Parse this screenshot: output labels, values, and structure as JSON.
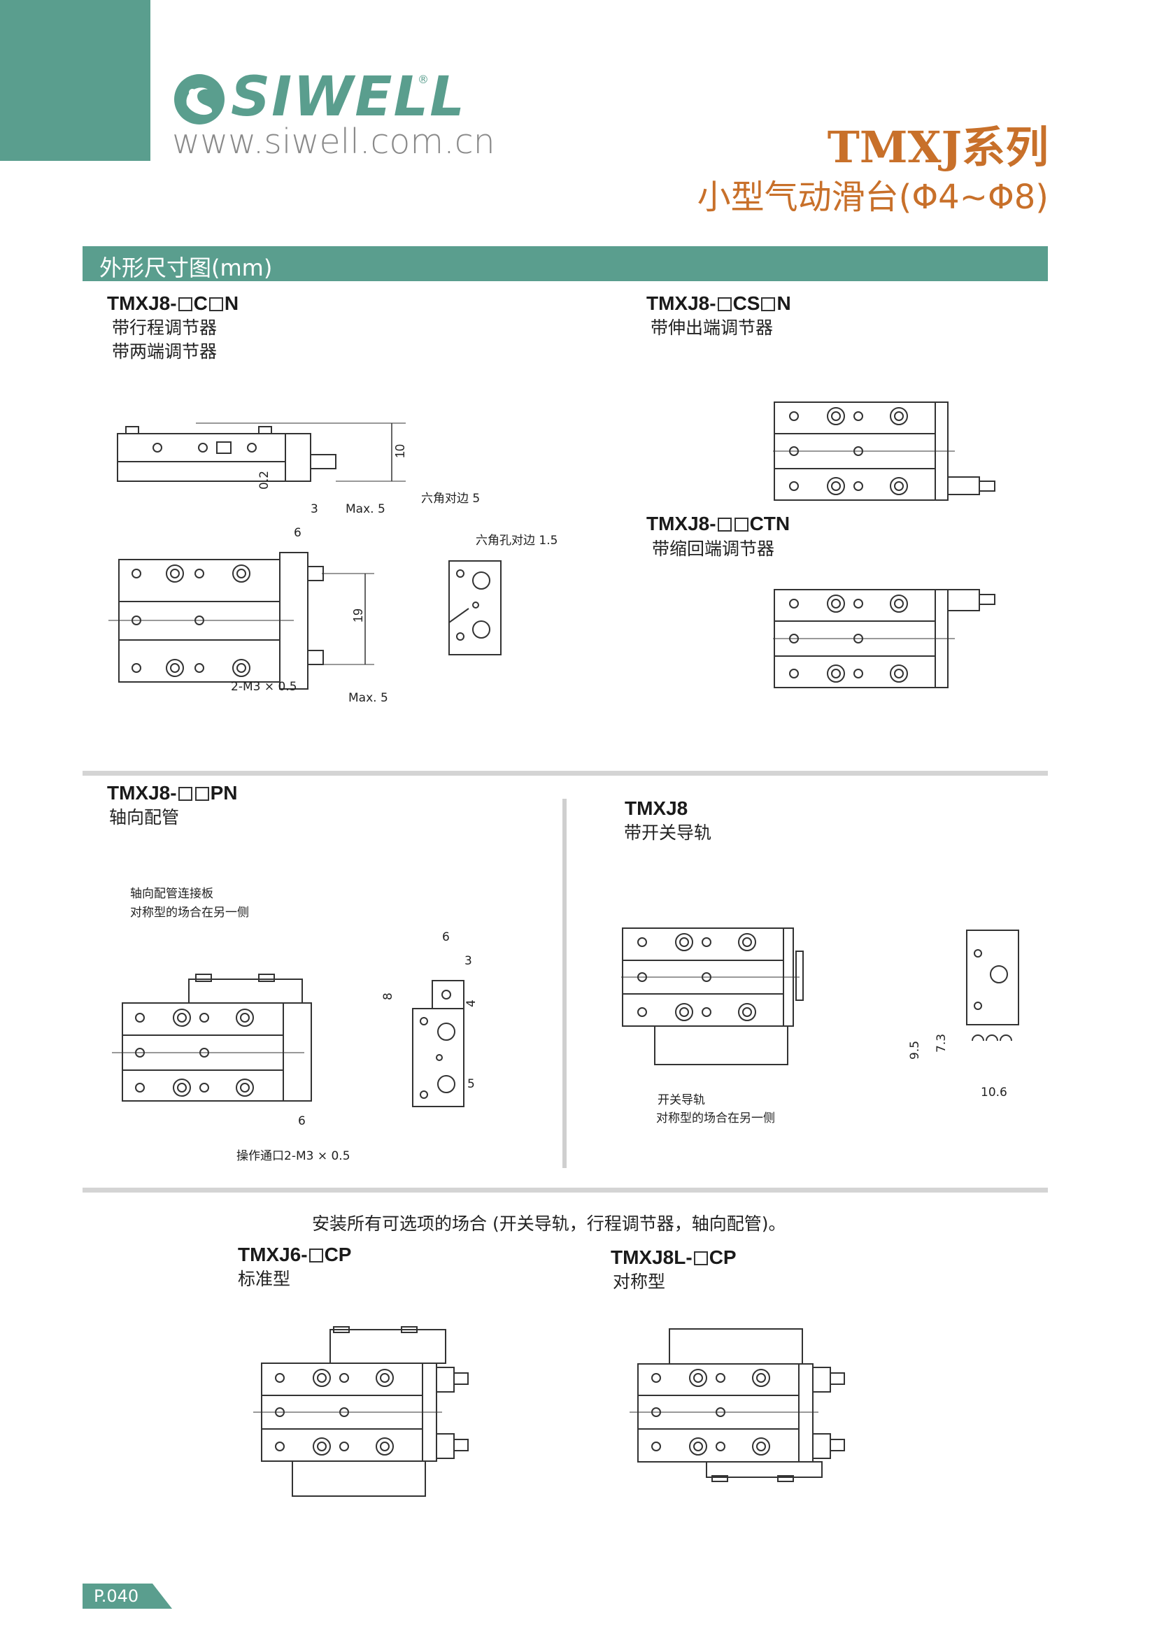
{
  "header": {
    "brand": "SIWELL",
    "registered_mark": "®",
    "url": "www.siwell.com.cn",
    "series_title": "TMXJ系列",
    "series_subtitle": "小型气动滑台(Φ4~Φ8)",
    "accent_color": "#5a9e8e",
    "title_color": "#c8702a"
  },
  "section": {
    "title": "外形尺寸图(mm)"
  },
  "models": {
    "m1": {
      "prefix": "TMXJ8-",
      "mid": "C",
      "suffix": "N",
      "desc1": "带行程调节器",
      "desc2": "带两端调节器"
    },
    "m2": {
      "prefix": "TMXJ8-",
      "mid": "CS",
      "suffix": "N",
      "desc1": "带伸出端调节器"
    },
    "m3": {
      "prefix": "TMXJ8-",
      "mid": "",
      "suffix": "CTN",
      "desc1": "带缩回端调节器"
    },
    "m4": {
      "prefix": "TMXJ8-",
      "mid": "",
      "suffix": "PN",
      "desc1": "轴向配管"
    },
    "m5": {
      "prefix": "TMXJ8",
      "desc1": "带开关导轨"
    },
    "m6": {
      "prefix": "TMXJ6-",
      "suffix": "CP",
      "desc1": "标准型"
    },
    "m7": {
      "prefix": "TMXJ8L-",
      "suffix": "CP",
      "desc1": "对称型"
    }
  },
  "annotations": {
    "d10": "10",
    "d02": "0.2",
    "d3": "3",
    "max5a": "Max. 5",
    "d6": "6",
    "hex5": "六角对边 5",
    "hexhole": "六角孔对边 1.5",
    "d19": "19",
    "m3": "2-M3 × 0.5",
    "max5b": "Max. 5",
    "pipe_plate": "轴向配管连接板",
    "sym_other": "对称型的场合在另一侧",
    "p6a": "6",
    "p3": "3",
    "p8": "8",
    "p4": "4",
    "p5": "5",
    "p6b": "6",
    "op_port": "操作通口2-M3 × 0.5",
    "s95": "9.5",
    "s73": "7.3",
    "s106": "10.6",
    "sw_rail": "开关导轨",
    "sym_other2": "对称型的场合在另一侧"
  },
  "options_note": "安装所有可选项的场合 (开关导轨，行程调节器，轴向配管)。",
  "page_number": "P.040"
}
